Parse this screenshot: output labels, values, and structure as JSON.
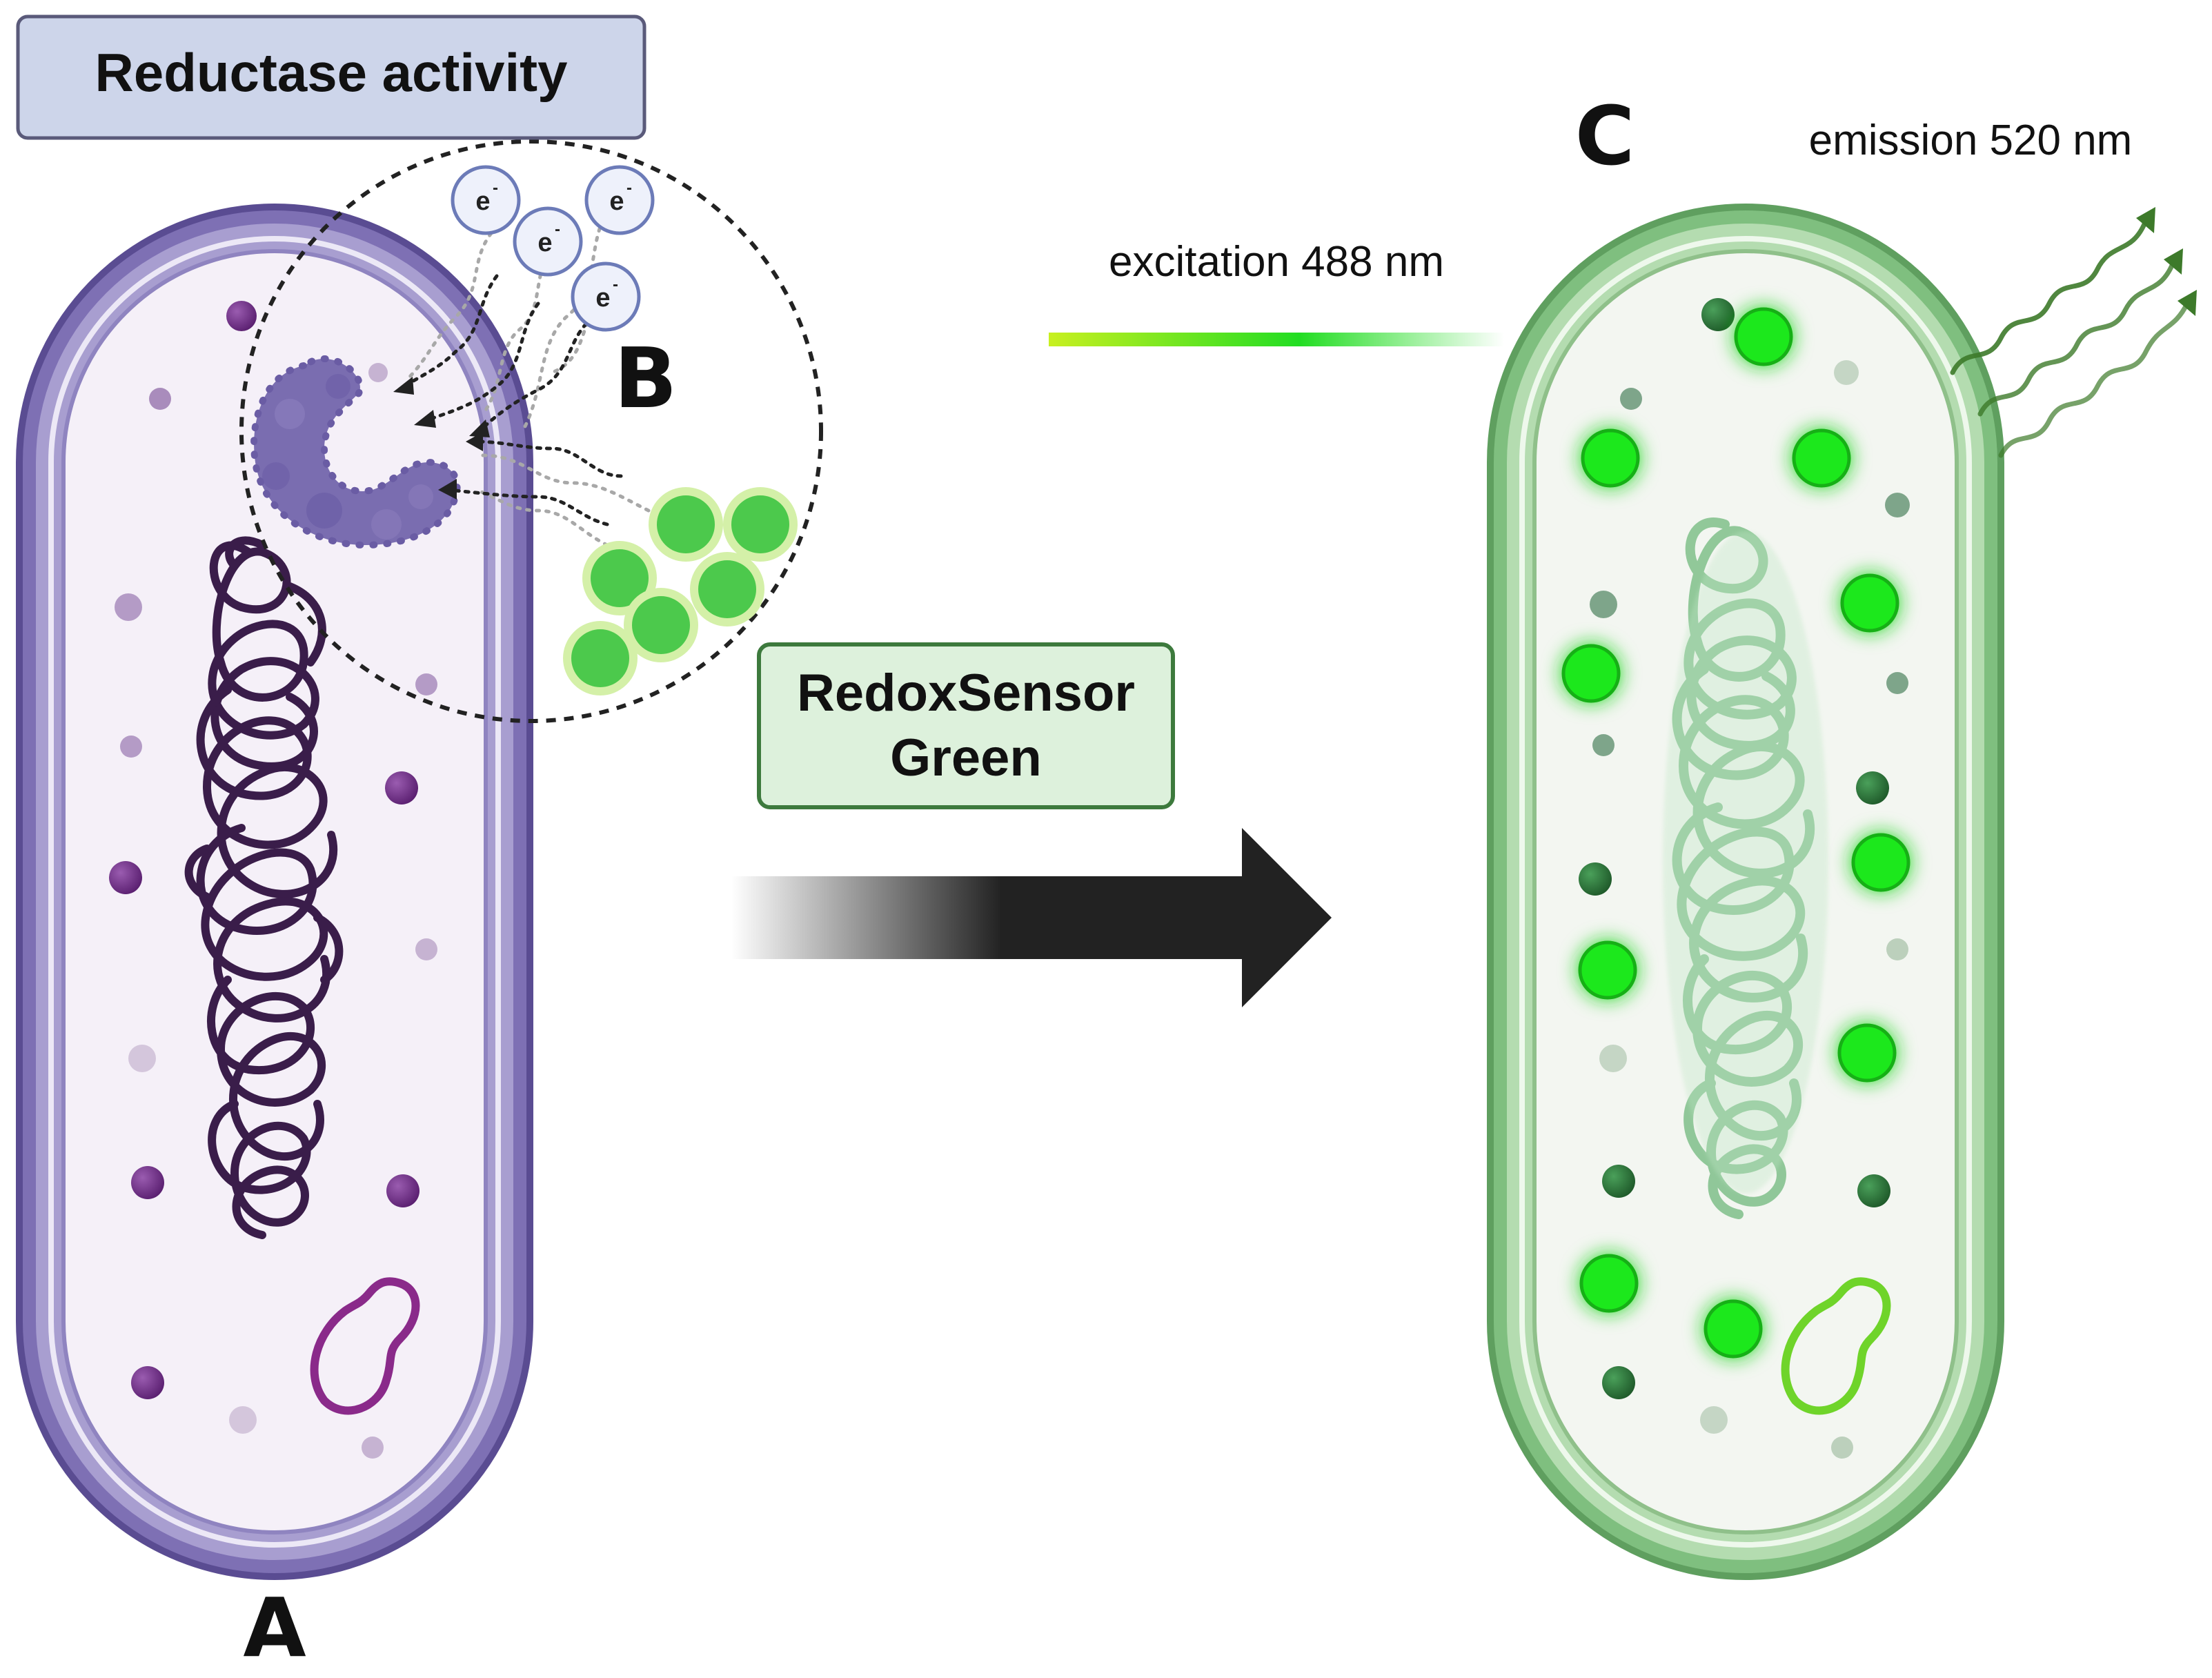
{
  "labels": {
    "reductase_title": "Reductase activity",
    "letter_a": "A",
    "letter_b": "B",
    "letter_c": "C",
    "electron": "e",
    "electron_sup": "-",
    "reagent_line1": "RedoxSensor",
    "reagent_line2": "Green",
    "excitation": "excitation 488 nm",
    "emission": "emission 520 nm"
  },
  "colors": {
    "cell_a_wall": "#6b5b9e",
    "cell_a_inner": "#f3eef8",
    "dna_purple": "#3b1e4a",
    "plasmid_a": "#8a2a8a",
    "granule_purple": "#6a2f80",
    "enzyme": "#7a6db0",
    "electron_fill": "#eef1fb",
    "electron_stroke": "#6c7bb8",
    "dye_green": "#4cc94c",
    "dye_ring": "#d4f0a8",
    "cell_c_wall": "#6aa86a",
    "cell_c_inner": "#f3f6f1",
    "glow_green": "#22ee22",
    "dark_green": "#2f7a2f",
    "plasmid_c": "#6fd42a",
    "arrow": "#222222",
    "label_box_fill": "#cdd5ea",
    "reagent_box_fill": "#ddf1dc",
    "reagent_box_stroke": "#3d7a3d",
    "emission_arrow": "#3d7a2a"
  }
}
